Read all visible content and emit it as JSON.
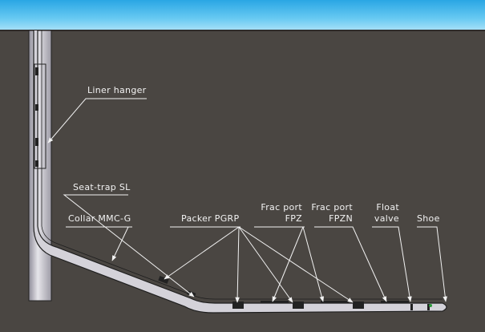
{
  "colors": {
    "sky": "#3db4ea",
    "ground": "#4a4642",
    "pipe": "#c9c7cf",
    "label": "#f2f2f2"
  },
  "labels": {
    "liner_hanger": "Liner hanger",
    "seat_trap": "Seat-trap SL",
    "collar": "Collar MMC-G",
    "packer": "Packer PGRP",
    "frac_fpz_line1": "Frac port",
    "frac_fpz_line2": "FPZ",
    "frac_fpzn_line1": "Frac port",
    "frac_fpzn_line2": "FPZN",
    "float_line1": "Float",
    "float_line2": "valve",
    "shoe": "Shoe"
  }
}
